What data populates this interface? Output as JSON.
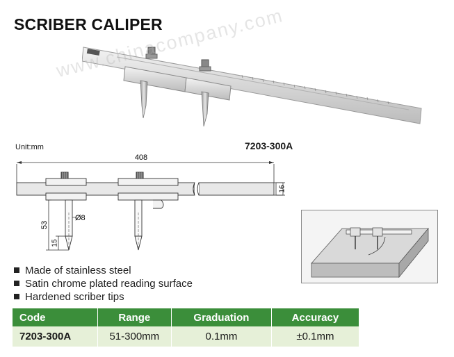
{
  "header": {
    "title": "SCRIBER CALIPER"
  },
  "watermark": "www.chinacompany.com",
  "drawing": {
    "unit": "Unit:mm",
    "model": "7203-300A",
    "dim_length": "408",
    "dim_height": "16",
    "dim_53": "53",
    "dim_15": "15",
    "dim_diameter": "Ø8"
  },
  "features": [
    "Made of stainless steel",
    "Satin chrome plated reading surface",
    "Hardened scriber tips"
  ],
  "table": {
    "headers": [
      "Code",
      "Range",
      "Graduation",
      "Accuracy"
    ],
    "rows": [
      [
        "7203-300A",
        "51-300mm",
        "0.1mm",
        "±0.1mm"
      ]
    ]
  },
  "colors": {
    "header_green": "#3b8e3a",
    "row_green": "#e6f0d8"
  }
}
